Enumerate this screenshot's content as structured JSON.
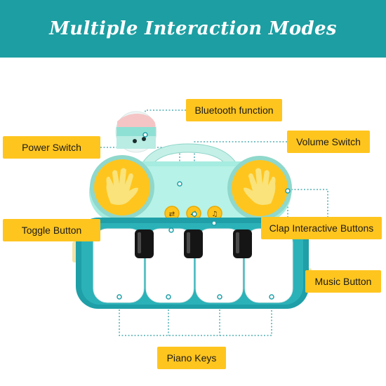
{
  "banner": {
    "title": "Multiple Interaction Modes",
    "background": "#1d9ea2"
  },
  "callouts": {
    "bluetooth": "Bluetooth function",
    "power": "Power Switch",
    "volume": "Volume Switch",
    "toggle": "Toggle Button",
    "clap": "Clap Interactive Buttons",
    "music": "Music Button",
    "piano": "Piano Keys"
  },
  "colors": {
    "callout": "#ffc51f",
    "toy_body": "#1f9fa7",
    "toy_panel": "#a6ece0",
    "clap_pad": "#ffc51f",
    "leader_line": "#2f9ea4"
  }
}
